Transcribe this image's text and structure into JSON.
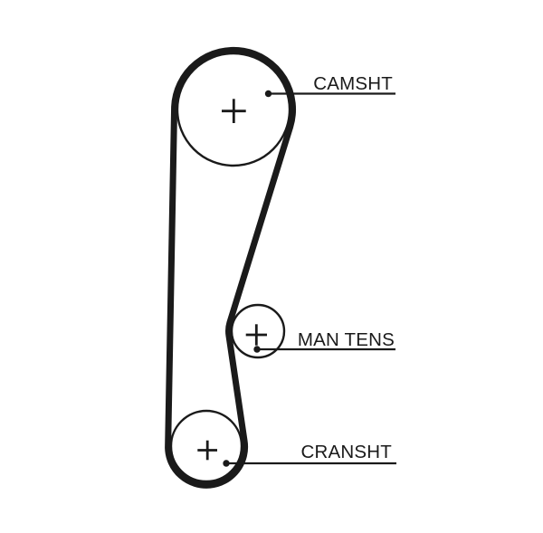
{
  "diagram": {
    "type": "timing-belt-routing",
    "background_color": "#ffffff",
    "ink_color": "#1a1a1a",
    "pulleys": [
      {
        "id": "camshaft",
        "label": "CAMSHT"
      },
      {
        "id": "manual-tensioner",
        "label": "MAN TENS"
      },
      {
        "id": "crankshaft",
        "label": "CRANSHT"
      }
    ]
  }
}
